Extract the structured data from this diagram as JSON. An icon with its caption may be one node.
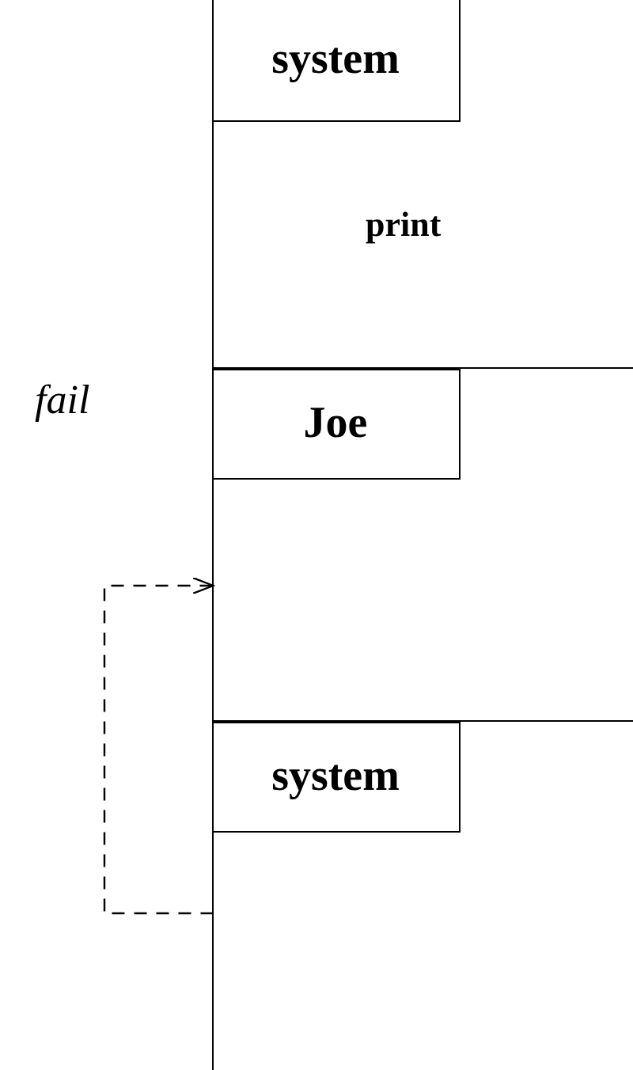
{
  "diagram": {
    "nodes": [
      {
        "text": [
          "print"
        ]
      },
      {
        "text": [
          "system"
        ],
        "in": 0
      },
      {
        "text": [],
        "shape": "box"
      },
      {
        "text": [
          "Joe"
        ],
        "in": 2
      },
      {
        "text": [],
        "shape": "box"
      },
      {
        "text": [
          "system"
        ],
        "in": 4
      }
    ],
    "edges": [
      {
        "from": 4,
        "to": 2,
        "arrow": "to",
        "style": "dashed",
        "label": "fail"
      }
    ]
  }
}
